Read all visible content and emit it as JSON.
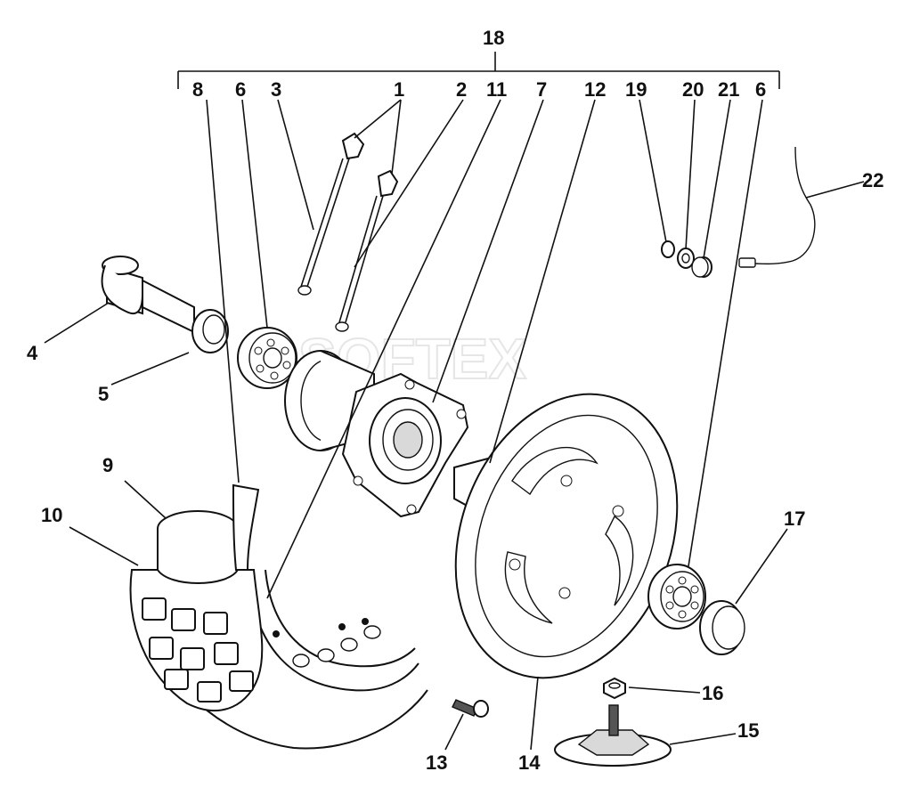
{
  "callouts": {
    "c1": "1",
    "c2": "2",
    "c3": "3",
    "c4": "4",
    "c5": "5",
    "c6a": "6",
    "c6b": "6",
    "c7": "7",
    "c8": "8",
    "c9": "9",
    "c10": "10",
    "c11": "11",
    "c12": "12",
    "c13": "13",
    "c14": "14",
    "c15": "15",
    "c16": "16",
    "c17": "17",
    "c18": "18",
    "c19": "19",
    "c20": "20",
    "c21": "21",
    "c22": "22"
  },
  "colors": {
    "line": "#111111",
    "background": "#ffffff",
    "fill_light": "#d9d9d9"
  }
}
